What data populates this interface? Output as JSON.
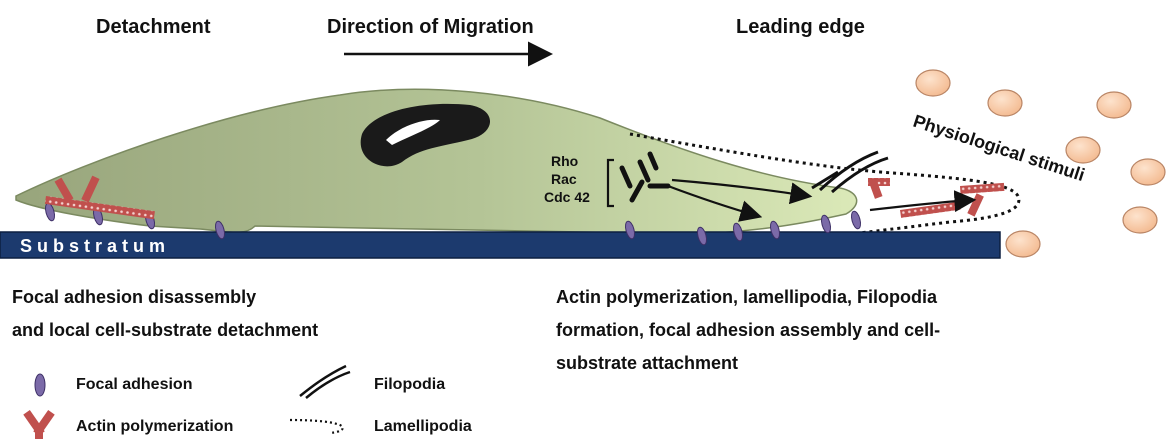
{
  "header": {
    "detachment": "Detachment",
    "direction": "Direction of Migration",
    "leading_edge": "Leading edge"
  },
  "substratum_label": "S u b s t r a t u m",
  "regulators": [
    "Rho",
    "Rac",
    "Cdc 42"
  ],
  "stimuli_label": "Physiological stimuli",
  "captions": {
    "left": [
      "Focal adhesion disassembly",
      "and local cell-substrate detachment"
    ],
    "right": [
      "Actin polymerization, lamellipodia, Filopodia",
      "formation, focal adhesion assembly and cell-",
      "substrate attachment"
    ]
  },
  "legend": {
    "focal_adhesion": "Focal adhesion",
    "actin": "Actin polymerization",
    "filopodia": "Filopodia",
    "lamellipodia": "Lamellipodia"
  },
  "colors": {
    "substratum": "#1c3a6e",
    "cell_left": "#a9b58e",
    "cell_right": "#d6e6b3",
    "nucleus": "#1a1a1a",
    "focal_adhesion": "#7b6aa8",
    "actin": "#c0504d",
    "stimulus": "#f7cba5"
  }
}
